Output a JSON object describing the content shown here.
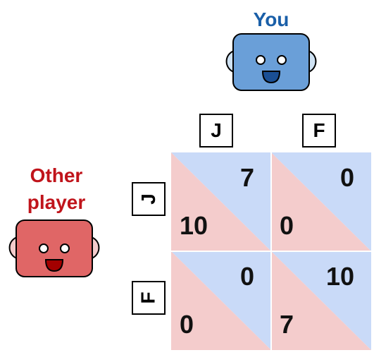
{
  "players": {
    "you": {
      "label": "You",
      "color": "#1a5fa8",
      "face_color": "#6a9fd8"
    },
    "other": {
      "label_line1": "Other",
      "label_line2": "player",
      "color": "#c0141b",
      "face_color": "#e06666"
    }
  },
  "actions": {
    "col": [
      "J",
      "F"
    ],
    "row": [
      "J",
      "F"
    ]
  },
  "matrix": {
    "colors": {
      "you": "#c9daf8",
      "other": "#f4cccc"
    },
    "cells": [
      [
        {
          "you": "7",
          "other": "10"
        },
        {
          "you": "0",
          "other": "0"
        }
      ],
      [
        {
          "you": "0",
          "other": "0"
        },
        {
          "you": "10",
          "other": "7"
        }
      ]
    ]
  }
}
